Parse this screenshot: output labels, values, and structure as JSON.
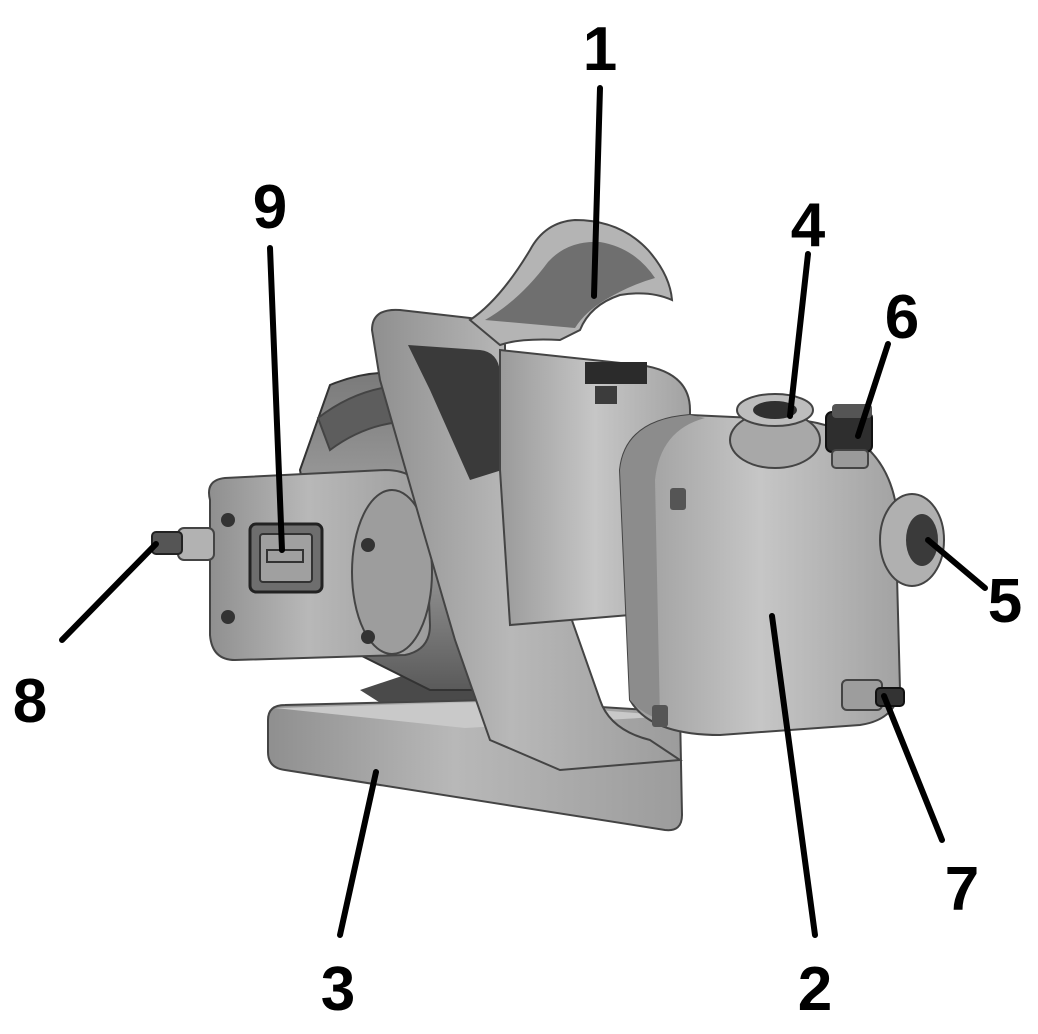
{
  "figure": {
    "background": "#ffffff",
    "colors": {
      "body": "#a9a9a9",
      "body_light": "#c4c4c4",
      "body_dark": "#808080",
      "motor": "#9a9a9a",
      "shadow": "#3c3c3c",
      "black": "#000000",
      "grip": "#6f6f6f"
    },
    "callouts": [
      {
        "id": "c1",
        "number": "1"
      },
      {
        "id": "c2",
        "number": "2"
      },
      {
        "id": "c3",
        "number": "3"
      },
      {
        "id": "c4",
        "number": "4"
      },
      {
        "id": "c5",
        "number": "5"
      },
      {
        "id": "c6",
        "number": "6"
      },
      {
        "id": "c7",
        "number": "7"
      },
      {
        "id": "c8",
        "number": "8"
      },
      {
        "id": "c9",
        "number": "9"
      }
    ]
  }
}
